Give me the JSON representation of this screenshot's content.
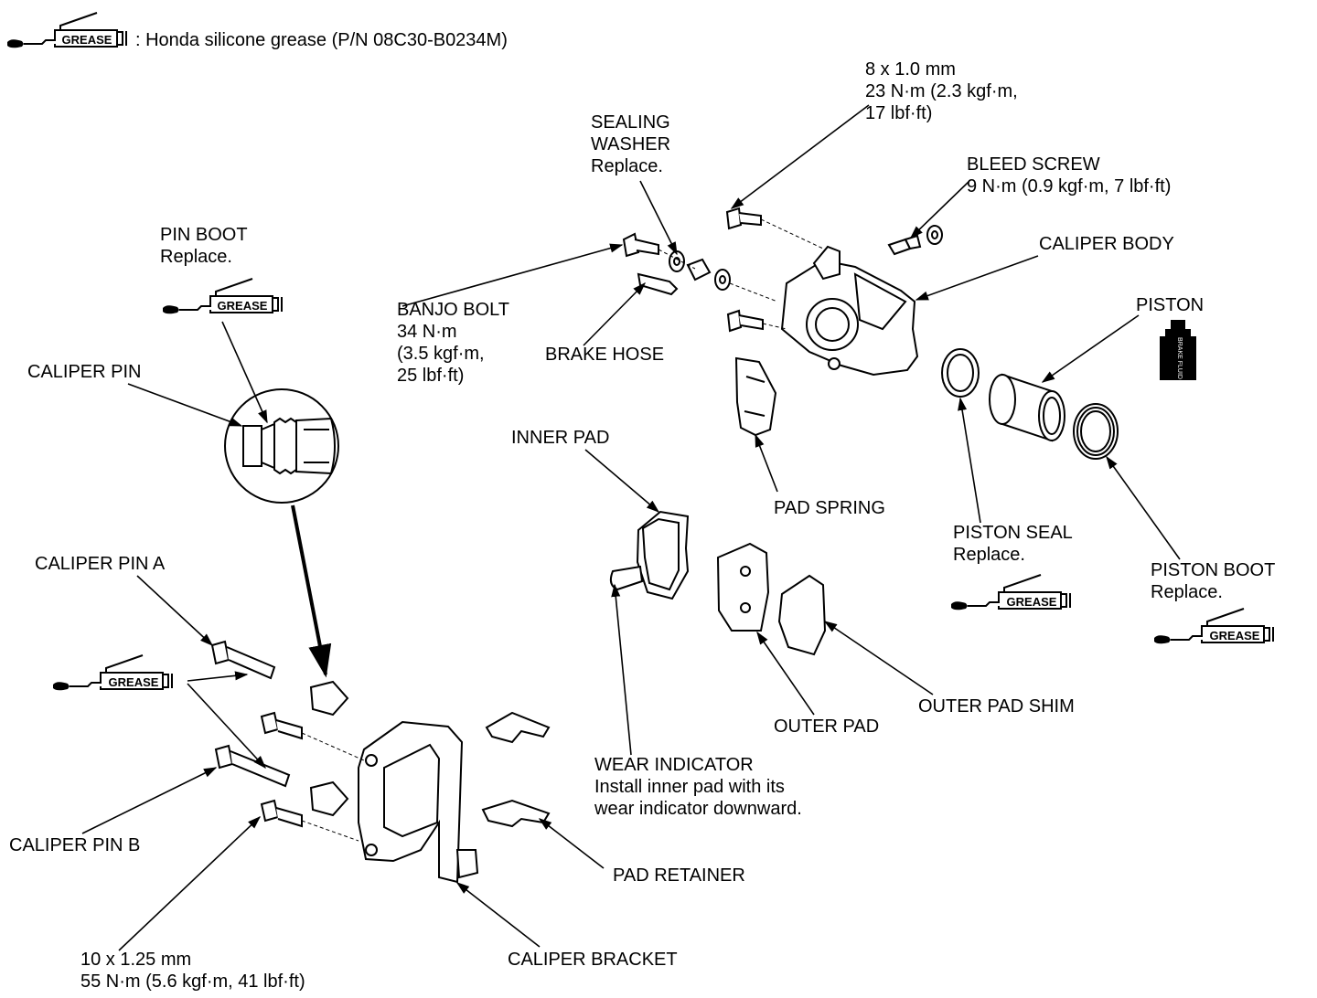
{
  "legend": {
    "grease_tag": "GREASE",
    "text": ": Honda silicone grease (P/N 08C30-B0234M)"
  },
  "brake_fluid_tag": "BRAKE FLUID",
  "labels": {
    "bolt_spec_top": [
      "8 x 1.0 mm",
      "23 N·m (2.3 kgf·m,",
      "17 lbf·ft)"
    ],
    "sealing_washer": [
      "SEALING",
      "WASHER",
      "Replace."
    ],
    "bleed_screw": [
      "BLEED SCREW",
      "9 N·m (0.9 kgf·m, 7 lbf·ft)"
    ],
    "caliper_body": [
      "CALIPER BODY"
    ],
    "piston": [
      "PISTON"
    ],
    "pin_boot": [
      "PIN BOOT",
      "Replace."
    ],
    "caliper_pin": [
      "CALIPER PIN"
    ],
    "banjo_bolt": [
      "BANJO BOLT",
      "34 N·m",
      "(3.5 kgf·m,",
      "25 lbf·ft)"
    ],
    "brake_hose": [
      "BRAKE HOSE"
    ],
    "inner_pad": [
      "INNER PAD"
    ],
    "pad_spring": [
      "PAD SPRING"
    ],
    "piston_seal": [
      "PISTON SEAL",
      "Replace."
    ],
    "piston_boot": [
      "PISTON BOOT",
      "Replace."
    ],
    "caliper_pin_a": [
      "CALIPER PIN A"
    ],
    "outer_pad_shim": [
      "OUTER PAD SHIM"
    ],
    "outer_pad": [
      "OUTER PAD"
    ],
    "wear_indicator": [
      "WEAR INDICATOR",
      "Install inner pad with its",
      "wear indicator downward."
    ],
    "caliper_pin_b": [
      "CALIPER PIN B"
    ],
    "pad_retainer": [
      "PAD RETAINER"
    ],
    "caliper_bracket": [
      "CALIPER BRACKET"
    ],
    "bolt_spec_bottom": [
      "10 x 1.25 mm",
      "55 N·m (5.6 kgf·m, 41 lbf·ft)"
    ]
  }
}
